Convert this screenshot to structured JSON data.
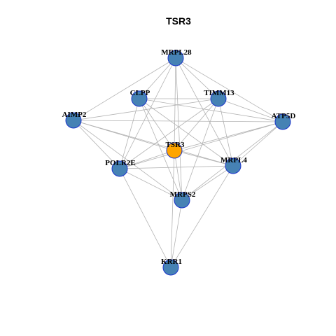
{
  "title": "TSR3",
  "colors": {
    "hub_fill": "#FFA500",
    "node_fill": "#4682B4",
    "node_stroke": "#1A33CC",
    "edge": "#B3B3B3"
  },
  "nodes": [
    {
      "id": "MRPL28",
      "label": "MRPL28"
    },
    {
      "id": "CLPP",
      "label": "CLPP"
    },
    {
      "id": "TIMM13",
      "label": "TIMM13"
    },
    {
      "id": "AIMP2",
      "label": "AIMP2"
    },
    {
      "id": "ATP5D",
      "label": "ATP5D"
    },
    {
      "id": "TSR3",
      "label": "TSR3",
      "hub": true
    },
    {
      "id": "POLR2E",
      "label": "POLR2E"
    },
    {
      "id": "MRPL4",
      "label": "MRPL4"
    },
    {
      "id": "MRPS2",
      "label": "MRPS2"
    },
    {
      "id": "KRR1",
      "label": "KRR1"
    }
  ],
  "edges": [
    [
      "MRPL28",
      "CLPP"
    ],
    [
      "MRPL28",
      "TIMM13"
    ],
    [
      "MRPL28",
      "AIMP2"
    ],
    [
      "MRPL28",
      "ATP5D"
    ],
    [
      "MRPL28",
      "TSR3"
    ],
    [
      "MRPL28",
      "POLR2E"
    ],
    [
      "MRPL28",
      "MRPL4"
    ],
    [
      "MRPL28",
      "MRPS2"
    ],
    [
      "CLPP",
      "TIMM13"
    ],
    [
      "CLPP",
      "ATP5D"
    ],
    [
      "CLPP",
      "TSR3"
    ],
    [
      "CLPP",
      "POLR2E"
    ],
    [
      "CLPP",
      "MRPL4"
    ],
    [
      "CLPP",
      "MRPS2"
    ],
    [
      "TIMM13",
      "AIMP2"
    ],
    [
      "TIMM13",
      "ATP5D"
    ],
    [
      "TIMM13",
      "TSR3"
    ],
    [
      "TIMM13",
      "POLR2E"
    ],
    [
      "TIMM13",
      "MRPL4"
    ],
    [
      "TIMM13",
      "MRPS2"
    ],
    [
      "AIMP2",
      "ATP5D"
    ],
    [
      "AIMP2",
      "TSR3"
    ],
    [
      "AIMP2",
      "POLR2E"
    ],
    [
      "AIMP2",
      "MRPL4"
    ],
    [
      "AIMP2",
      "MRPS2"
    ],
    [
      "ATP5D",
      "TSR3"
    ],
    [
      "ATP5D",
      "POLR2E"
    ],
    [
      "ATP5D",
      "MRPL4"
    ],
    [
      "ATP5D",
      "MRPS2"
    ],
    [
      "TSR3",
      "POLR2E"
    ],
    [
      "TSR3",
      "MRPL4"
    ],
    [
      "TSR3",
      "MRPS2"
    ],
    [
      "TSR3",
      "KRR1"
    ],
    [
      "POLR2E",
      "MRPL4"
    ],
    [
      "POLR2E",
      "MRPS2"
    ],
    [
      "POLR2E",
      "KRR1"
    ],
    [
      "MRPL4",
      "MRPS2"
    ],
    [
      "MRPL4",
      "KRR1"
    ],
    [
      "MRPS2",
      "KRR1"
    ]
  ]
}
